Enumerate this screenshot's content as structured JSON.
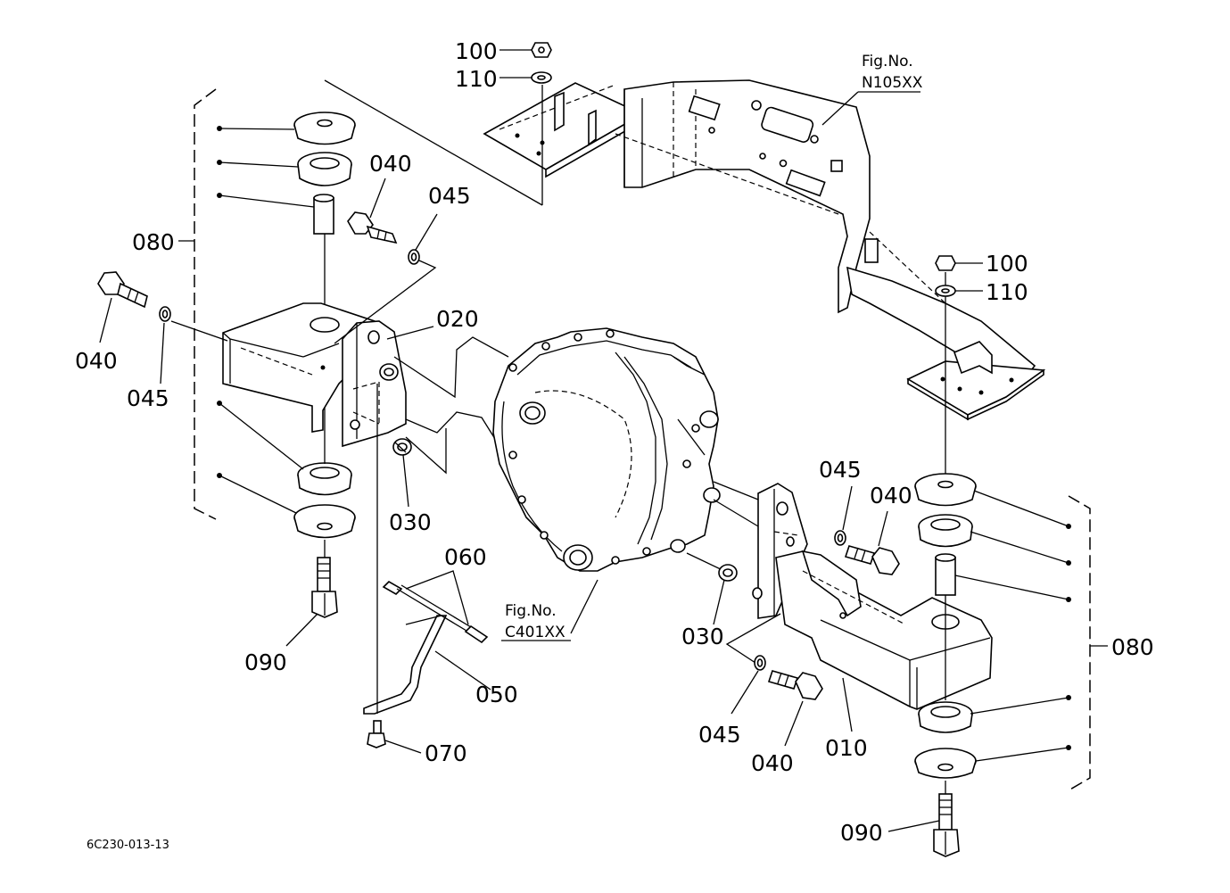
{
  "drawing_code": "6C230-013-13",
  "figure_refs": {
    "upper": {
      "line1": "Fig.No.",
      "line2": "N105XX"
    },
    "lower": {
      "line1": "Fig.No.",
      "line2": "C401XX"
    }
  },
  "part_labels": {
    "p010": "010",
    "p020": "020",
    "p030_left": "030",
    "p030_right": "030",
    "p040_upper_left": "040",
    "p040_left": "040",
    "p040_right": "040",
    "p040_lower_right": "040",
    "p045_upper_left": "045",
    "p045_left": "045",
    "p045_right": "045",
    "p045_lower_right": "045",
    "p050": "050",
    "p060": "060",
    "p070": "070",
    "p080_left": "080",
    "p080_right": "080",
    "p090_left": "090",
    "p090_right": "090",
    "p100_top": "100",
    "p100_right": "100",
    "p110_top": "110",
    "p110_right": "110"
  }
}
